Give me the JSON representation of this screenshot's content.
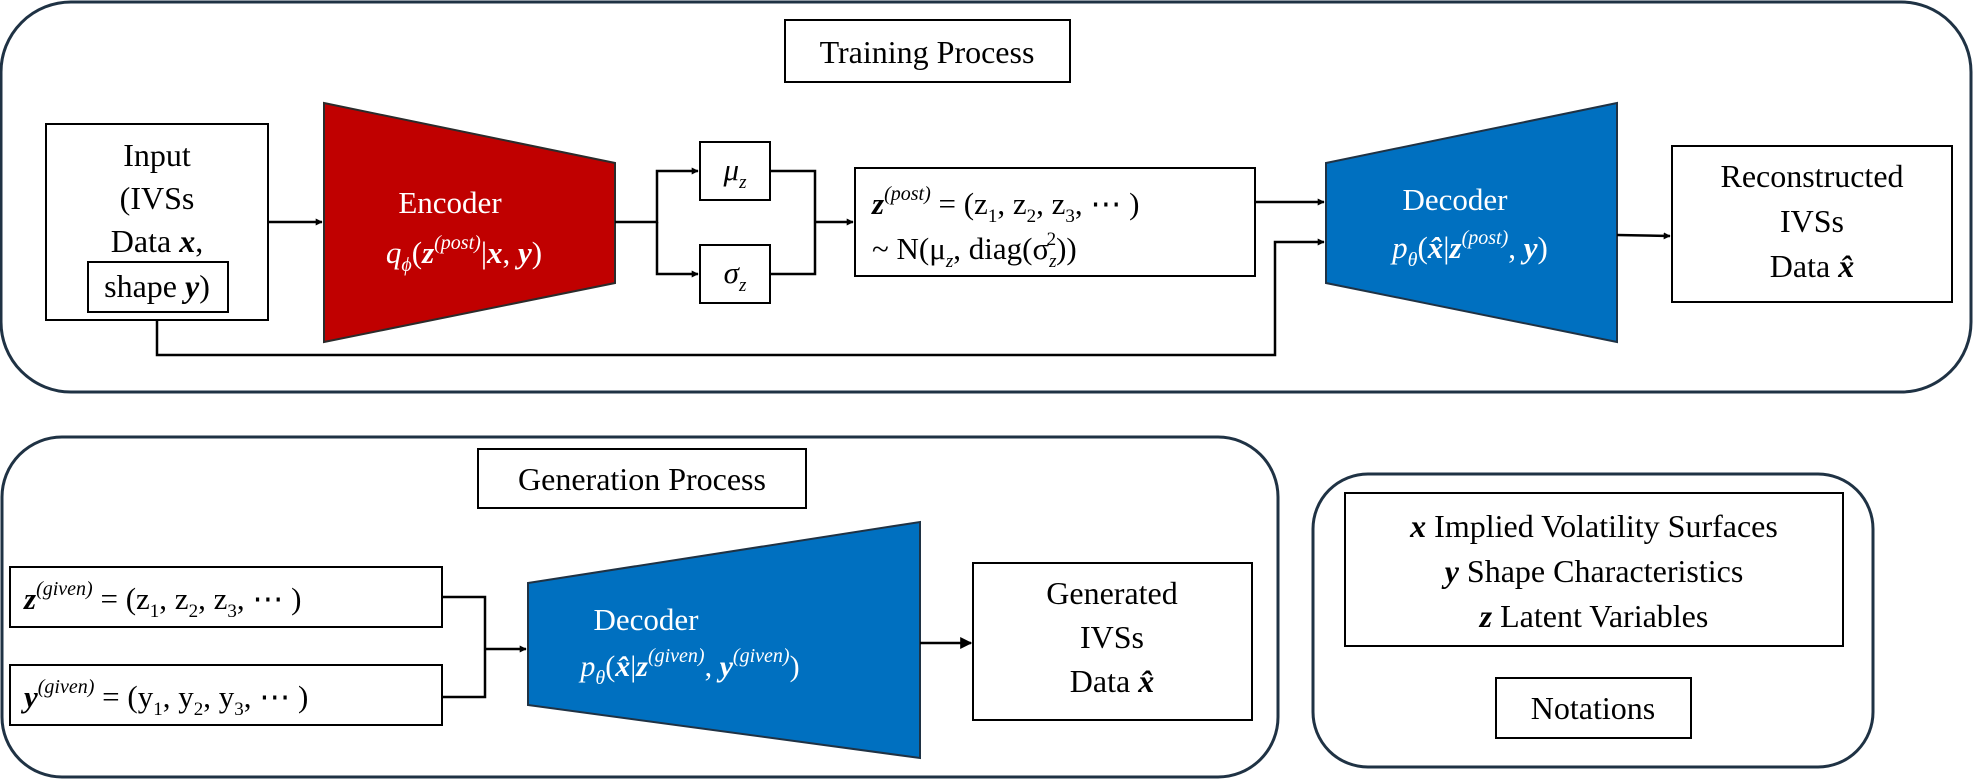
{
  "colors": {
    "frame_stroke": "#1f3244",
    "encoder_fill": "#c00000",
    "decoder_fill": "#0070c0",
    "text": "#000000",
    "text_on_shape": "#ffffff"
  },
  "training": {
    "title": "Training Process",
    "input": {
      "line1": "Input",
      "line2": "(IVSs",
      "line3": "Data",
      "var_x": "x",
      "line4": "shape",
      "var_y": "y"
    },
    "encoder": {
      "label": "Encoder",
      "q": "q",
      "phi": "ϕ",
      "z": "z",
      "sup": "(post)",
      "x": "x",
      "y": "y"
    },
    "mu": {
      "sym": "μ",
      "sub": "z"
    },
    "sigma": {
      "sym": "σ",
      "sub": "z"
    },
    "latent": {
      "z": "z",
      "sup": "(post)",
      "eq_rhs": "= (z",
      "z1": "1",
      "z2": "2",
      "z3": "3",
      "tail": ", ⋯ )",
      "line2_a": "~ N(μ",
      "line2_b": ", diag(σ",
      "line2_c": "))"
    },
    "decoder": {
      "label": "Decoder",
      "p": "p",
      "theta": "θ",
      "xhat": "x̂",
      "z": "z",
      "sup": "(post)",
      "y": "y"
    },
    "output": {
      "line1": "Reconstructed",
      "line2": "IVSs",
      "line3": "Data",
      "xhat": "x̂"
    }
  },
  "generation": {
    "title": "Generation Process",
    "z_given": {
      "z": "z",
      "sup": "(given)",
      "rhs": "= (z",
      "s1": "1",
      "s2": "2",
      "s3": "3",
      "tail": ", ⋯ )"
    },
    "y_given": {
      "y": "y",
      "sup": "(given)",
      "rhs": "= (y",
      "s1": "1",
      "s2": "2",
      "s3": "3",
      "tail": ", ⋯ )"
    },
    "decoder": {
      "label": "Decoder",
      "p": "p",
      "theta": "θ",
      "xhat": "x̂",
      "z": "z",
      "sup": "(given)",
      "y": "y"
    },
    "output": {
      "line1": "Generated",
      "line2": "IVSs",
      "line3": "Data",
      "xhat": "x̂"
    }
  },
  "notations": {
    "title": "Notations",
    "items": [
      {
        "var": "x",
        "text": "Implied Volatility Surfaces"
      },
      {
        "var": "y",
        "text": "Shape Characteristics"
      },
      {
        "var": "z",
        "text": "Latent Variables"
      }
    ]
  }
}
